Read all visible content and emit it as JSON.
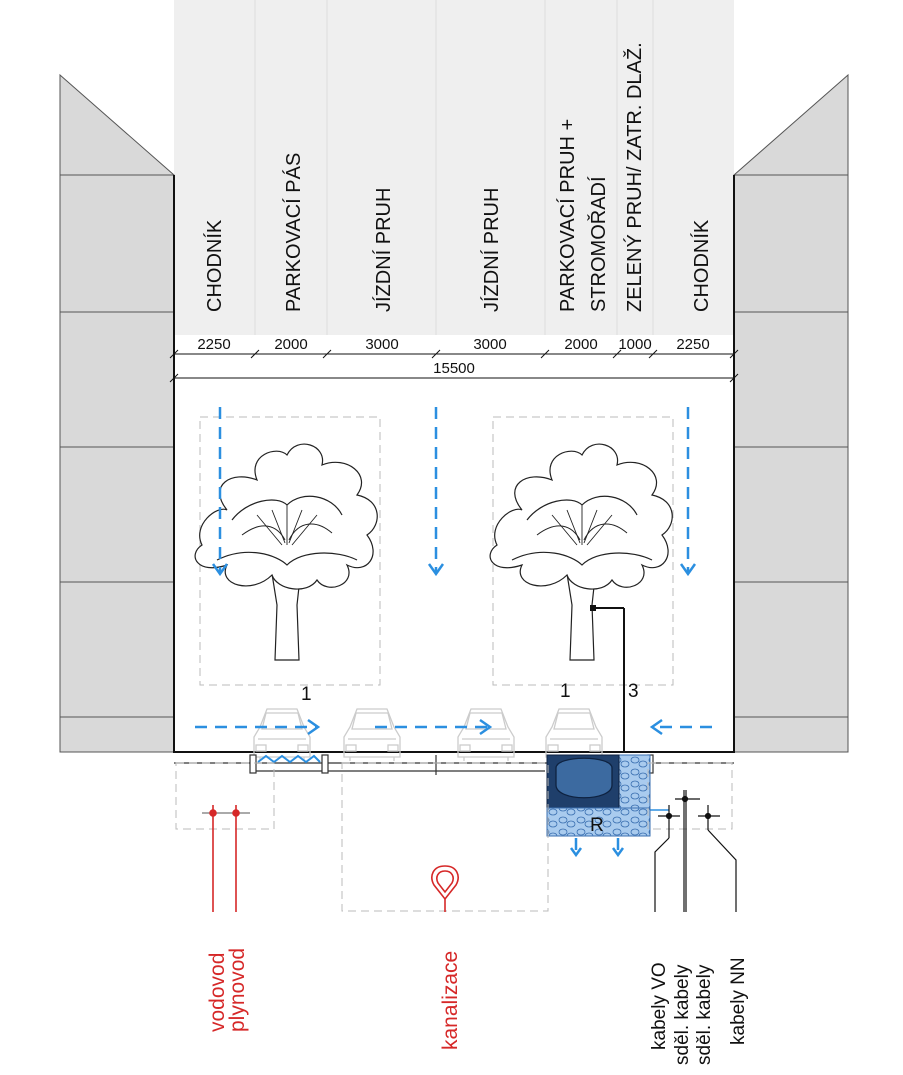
{
  "lanes": [
    {
      "label": "CHODNÍK",
      "width": "2250"
    },
    {
      "label": "PARKOVACÍ PÁS",
      "width": "2000"
    },
    {
      "label": "JÍZDNÍ PRUH",
      "width": "3000"
    },
    {
      "label": "JÍZDNÍ PRUH",
      "width": "3000"
    },
    {
      "label_line1": "PARKOVACÍ PRUH +",
      "label_line2": "STROMOŘADÍ",
      "width": "2000"
    },
    {
      "label": "ZELENÝ PRUH/ ZATR. DLAŽ.",
      "width": "1000"
    },
    {
      "label": "CHODNÍK",
      "width": "2250"
    }
  ],
  "total_width": "15500",
  "markers": {
    "tree_left": "1",
    "tree_right": "1",
    "lamp": "3",
    "retention": "R"
  },
  "utilities": {
    "red": [
      "vodovod",
      "plynovod",
      "kanalizace"
    ],
    "black": [
      "kabely VO",
      "sděl. kabely",
      "sděl. kabely",
      "kabely NN"
    ]
  },
  "colors": {
    "utility_red": "#d62828",
    "flow_blue": "#2b8fe0",
    "building_gray": "#d9d9d9",
    "band_gray": "#efefef",
    "retention_blue": "#4f8fd6"
  }
}
